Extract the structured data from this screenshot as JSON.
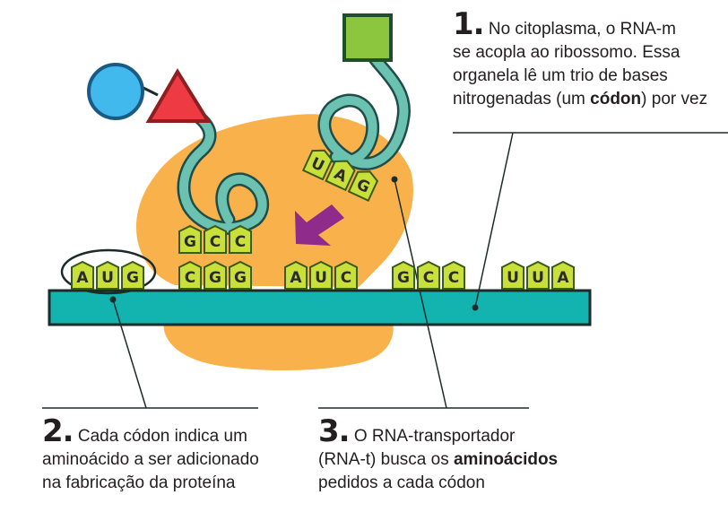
{
  "bases": {
    "mrna": [
      "A",
      "U",
      "G",
      "C",
      "G",
      "G",
      "A",
      "U",
      "C",
      "G",
      "C",
      "C",
      "U",
      "U",
      "A"
    ],
    "trna_left": [
      "G",
      "C",
      "C"
    ],
    "trna_right": [
      "U",
      "A",
      "G"
    ]
  },
  "notes": {
    "n1": {
      "number": "1.",
      "line1": "No citoplasma, o RNA-m",
      "line2": "se acopla ao ribossomo. Essa",
      "line3": "organela lê um trio de bases",
      "line4a": "nitrogenadas (um ",
      "bold": "códon",
      "line4b": ") por vez"
    },
    "n2": {
      "number": "2.",
      "line1": "Cada códon indica um",
      "line2": "aminoácido a ser adicionado",
      "line3": "na fabricação da proteína"
    },
    "n3": {
      "number": "3.",
      "line1": "O RNA-transportador",
      "line2a": "(RNA-t) busca os ",
      "bold": "aminoácidos",
      "line3": "pedidos a cada códon"
    }
  },
  "colors": {
    "ribosome": "#f9b24b",
    "mrna_strand": "#13b3b0",
    "base": "#c9df3a",
    "trna": "#6cc2b0",
    "amino_circle": "#41b9ec",
    "amino_triangle": "#ee3a43",
    "amino_square": "#8cc63f",
    "arrow": "#8e2b8b"
  }
}
